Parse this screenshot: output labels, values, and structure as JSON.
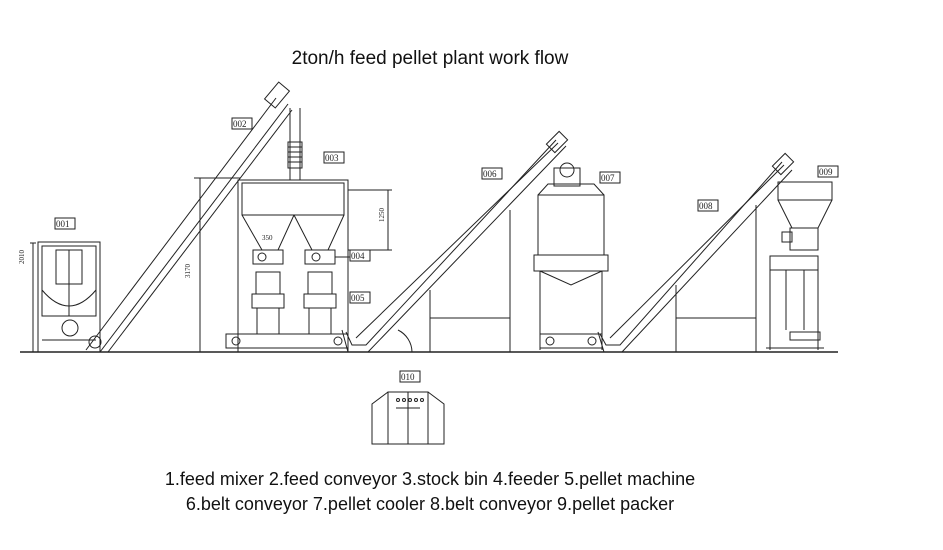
{
  "title": "2ton/h feed pellet plant work flow",
  "drawing": {
    "codes": [
      "001",
      "002",
      "003",
      "004",
      "005",
      "006",
      "007",
      "008",
      "009",
      "010"
    ],
    "dimensions": [
      "2010",
      "3170",
      "1250",
      "350"
    ]
  },
  "legend": {
    "line1": "1.feed mixer  2.feed conveyor  3.stock bin  4.feeder  5.pellet machine",
    "line2": "6.belt conveyor  7.pellet cooler  8.belt conveyor  9.pellet packer"
  },
  "colors": {
    "line": "#222222",
    "background": "#ffffff"
  }
}
